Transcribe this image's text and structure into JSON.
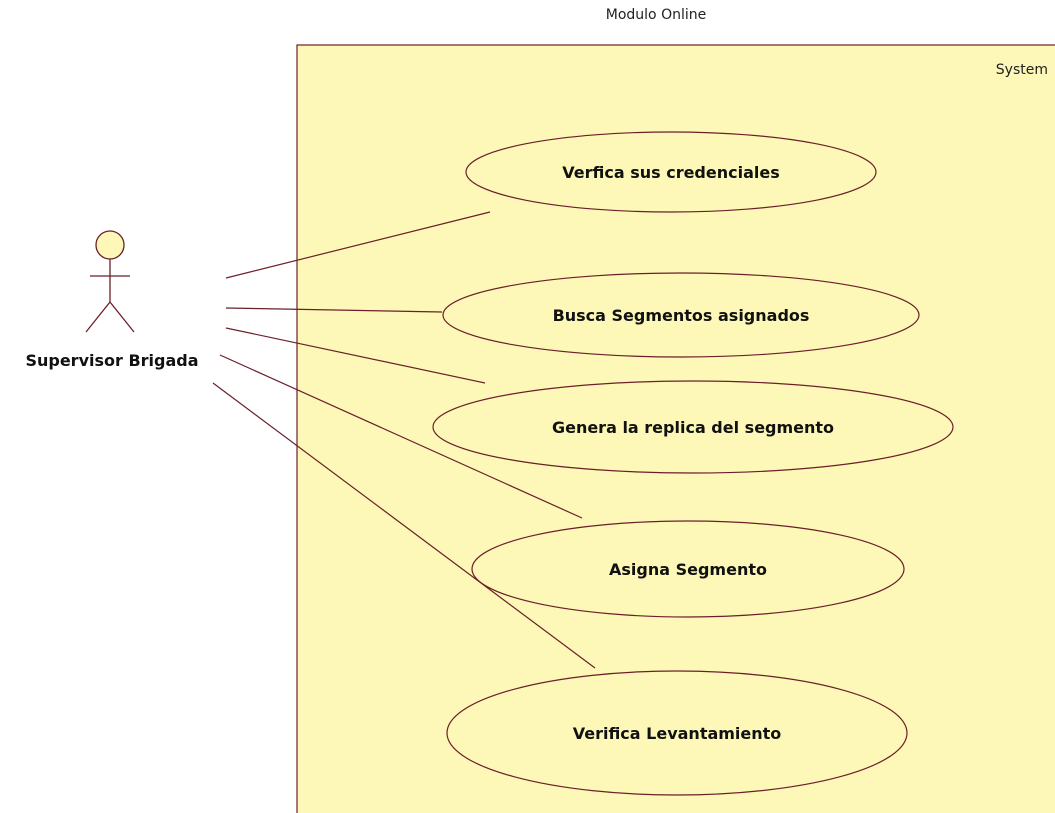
{
  "diagram": {
    "title": "Modulo Online",
    "system_label": "System",
    "colors": {
      "boundary_fill": "#fdf8b7",
      "usecase_fill": "#fdf8b7",
      "line": "#6b1f2a",
      "text": "#111111"
    },
    "actor": {
      "name": "Supervisor Brigada"
    },
    "use_cases": [
      {
        "label": "Verfica sus credenciales"
      },
      {
        "label": "Busca Segmentos asignados"
      },
      {
        "label": "Genera la replica del segmento"
      },
      {
        "label": "Asigna Segmento"
      },
      {
        "label": "Verifica Levantamiento"
      }
    ]
  }
}
